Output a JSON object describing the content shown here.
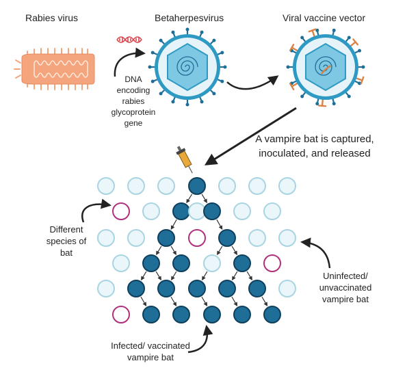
{
  "titles": {
    "rabies": "Rabies virus",
    "betaherpes": "Betaherpesvirus",
    "vector": "Viral vaccine vector"
  },
  "dna_label": [
    "DNA",
    "encoding",
    "rabies",
    "glycoprotein",
    "gene"
  ],
  "capture_label": [
    "A vampire bat is captured,",
    "inoculated, and released"
  ],
  "different_species": [
    "Different",
    "species of",
    "bat"
  ],
  "uninfected_label": [
    "Uninfected/",
    "unvaccinated",
    "vampire bat"
  ],
  "infected_label": [
    "Infected/ vaccinated",
    "vampire bat"
  ],
  "colors": {
    "infected": "#1f6e98",
    "uninfected_stroke": "#a9d4e2",
    "uninfected_fill": "#eaf6f9",
    "other_species": "#b0307d",
    "rabies_body": "#f4a57e",
    "virus_envelope": "#2e9ac4",
    "virus_capsid": "#7ec8e3",
    "glycoprotein": "#d98346"
  },
  "bat_grid": {
    "rows": [
      [
        "u",
        "u",
        "u",
        "i",
        "u",
        "u",
        "u"
      ],
      [
        "s",
        "u",
        "i",
        "u",
        "i",
        "u",
        "u"
      ],
      [
        "u",
        "u",
        "i",
        "s",
        "i",
        "u",
        "u"
      ],
      [
        "u",
        "i",
        "i",
        "u",
        "i",
        "s"
      ],
      [
        "u",
        "i",
        "i",
        "i",
        "i",
        "i",
        "u"
      ],
      [
        "s",
        "i",
        "i",
        "i",
        "i",
        "i"
      ]
    ],
    "legend": {
      "i": "Infected/ vaccinated vampire bat",
      "u": "Uninfected/ unvaccinated vampire bat",
      "s": "Different species of bat"
    }
  }
}
